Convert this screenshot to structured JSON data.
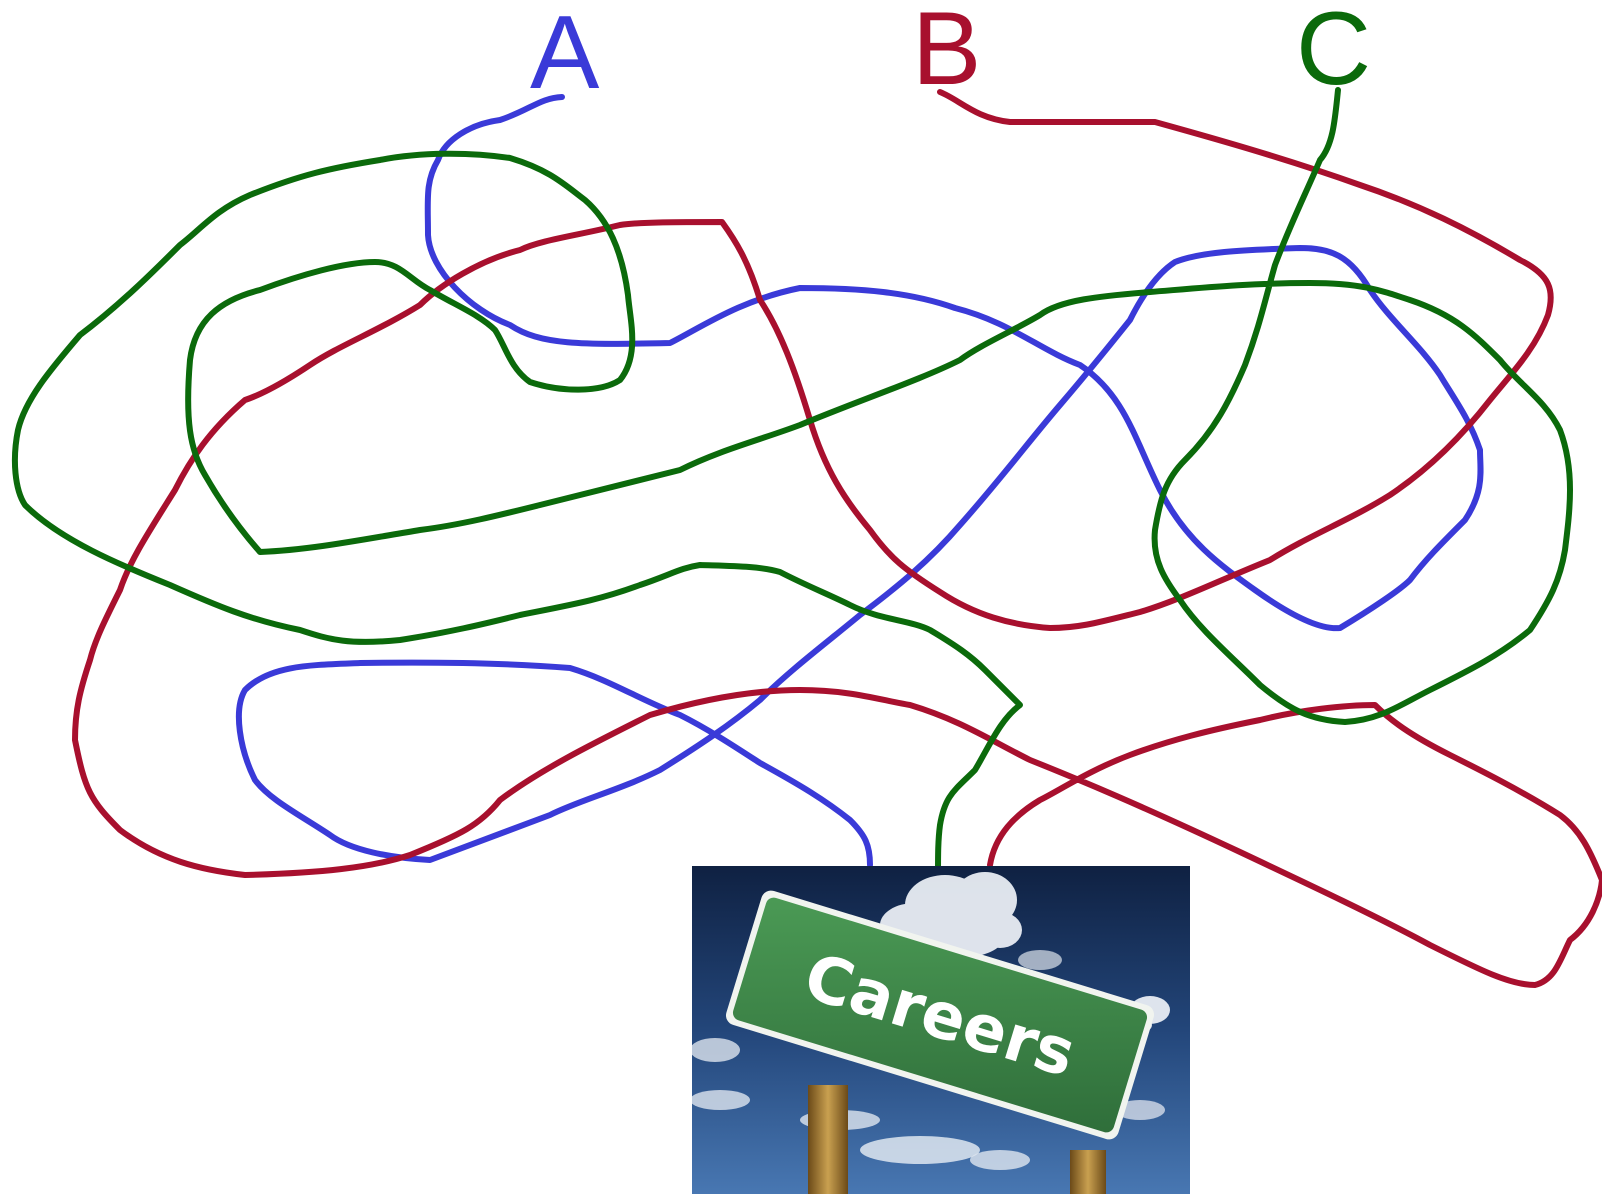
{
  "labels": {
    "a": "A",
    "b": "B",
    "c": "C"
  },
  "sign": {
    "text": "Careers"
  },
  "colors": {
    "a": "#3a3ad8",
    "b": "#a8102e",
    "c": "#0b6a0b",
    "sky_top": "#0f2142",
    "sky_bottom": "#3d6aa6",
    "sign_green": "#3f8a4a",
    "post": "#a87f3a"
  },
  "icons": {
    "picture": "careers-road-sign-picture"
  }
}
